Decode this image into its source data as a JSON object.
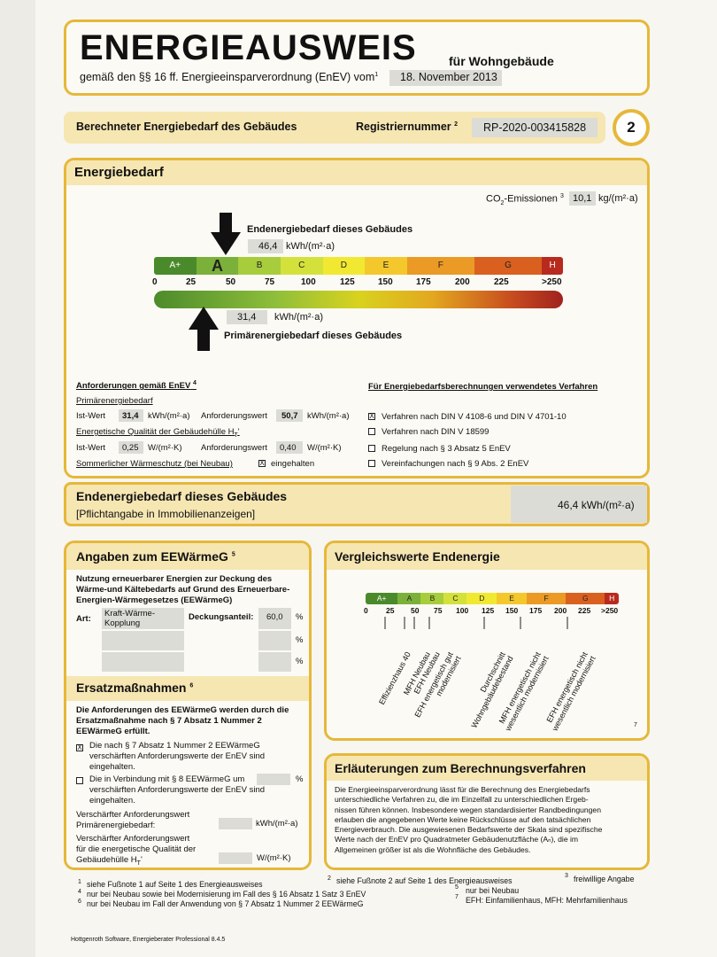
{
  "header": {
    "title": "ENERGIEAUSWEIS",
    "subtitle_right": "für Wohngebäude",
    "law_line": "gemäß den §§ 16 ff. Energieeinsparverordnung (EnEV) vom",
    "law_sup": "1",
    "law_date": "18. November 2013"
  },
  "section_bar": {
    "label": "Berechneter Energiebedarf des Gebäudes",
    "reg_label": "Registriernummer",
    "reg_sup": "2",
    "reg_value": "RP-2020-003415828",
    "page_number": "2"
  },
  "energiebedarf": {
    "title": "Energiebedarf",
    "co2_label": "CO",
    "co2_sub": "2",
    "co2_label_rest": "-Emissionen",
    "co2_sup": "3",
    "co2_value": "10,1",
    "co2_unit": "kg/(m²·a)",
    "end_label": "Endenergiebedarf dieses Gebäudes",
    "end_value": "46,4",
    "end_unit": "kWh/(m²·a)",
    "prim_label": "Primärenergiebedarf dieses Gebäudes",
    "prim_value": "31,4",
    "prim_unit": "kWh/(m²·a)",
    "classes": [
      "A+",
      "A",
      "B",
      "C",
      "D",
      "E",
      "F",
      "G",
      "H"
    ],
    "ticks": [
      "0",
      "25",
      "50",
      "75",
      "100",
      "125",
      "150",
      "175",
      "200",
      "225",
      ">250"
    ]
  },
  "anforderungen": {
    "title": "Anforderungen gemäß EnEV",
    "title_sup": "4",
    "prim_heading": "Primärenergiebedarf",
    "ist_label": "Ist-Wert",
    "ist_value": "31,4",
    "unit_kwh": "kWh/(m²·a)",
    "anf_label": "Anforderungswert",
    "anf_value": "50,7",
    "ht_heading": "Energetische Qualität der Gebäudehülle H",
    "ht_sub": "T",
    "ht_tail": "'",
    "ist2_value": "0,25",
    "unit_wmk": "W/(m²·K)",
    "anf2_value": "0,40",
    "sommer_label": "Sommerlicher Wärmeschutz (bei Neubau)",
    "sommer_check": "eingehalten"
  },
  "verfahren": {
    "title": "Für Energiebedarfsberechnungen verwendetes Verfahren",
    "items": [
      {
        "label": "Verfahren nach DIN V 4108-6 und DIN V 4701-10",
        "checked": "X"
      },
      {
        "label": "Verfahren nach DIN V 18599",
        "checked": ""
      },
      {
        "label": "Regelung nach § 3 Absatz 5 EnEV",
        "checked": ""
      },
      {
        "label": "Vereinfachungen nach § 9 Abs. 2 EnEV",
        "checked": ""
      }
    ]
  },
  "endbar": {
    "title": "Endenergiebedarf dieses Gebäudes",
    "note": "[Pflichtangabe in Immobilienanzeigen]",
    "value": "46,4 kWh/(m²·a)"
  },
  "eewaerme": {
    "title": "Angaben zum EEWärmeG",
    "title_sup": "5",
    "intro": [
      "Nutzung erneuerbarer Energien zur Deckung des",
      "Wärme-und Kältebedarfs auf Grund des Erneuerbare-",
      "Energien-Wärmegesetzes (EEWärmeG)"
    ],
    "art_label": "Art:",
    "art_value": [
      "Kraft-Wärme-",
      "Kopplung"
    ],
    "deck_label": "Deckungsanteil:",
    "deck_value": "60,0",
    "pct": "%"
  },
  "ersatz": {
    "title": "Ersatzmaßnahmen",
    "title_sup": "6",
    "intro": [
      "Die Anforderungen des EEWärmeG werden durch die",
      "Ersatzmaßnahme nach § 7 Absatz 1 Nummer 2",
      "EEWärmeG erfüllt."
    ],
    "opt1": [
      "Die nach § 7 Absatz 1 Nummer 2 EEWärmeG",
      "verschärften Anforderungswerte der EnEV sind",
      "eingehalten."
    ],
    "opt2": [
      "Die in Verbindung mit § 8 EEWärmeG um",
      "verschärften Anforderungswerte der EnEV sind",
      "eingehalten."
    ],
    "verschaerft1": [
      "Verschärfter Anforderungswert",
      "Primärenergiebedarf:"
    ],
    "verschaerft2": [
      "Verschärfter Anforderungswert",
      "für die energetische Qualität der",
      "Gebäudehülle H"
    ],
    "unit_kwh": "kWh/(m²·a)",
    "unit_wmk": "W/(m²·K)",
    "pct": "%",
    "check_x": "X"
  },
  "vergleich": {
    "title": "Vergleichswerte Endenergie",
    "classes": [
      "A+",
      "A",
      "B",
      "C",
      "D",
      "E",
      "F",
      "G",
      "H"
    ],
    "ticks": [
      "0",
      "25",
      "50",
      "75",
      "100",
      "125",
      "150",
      "175",
      "200",
      "225",
      ">250"
    ],
    "refs": [
      "Effizienzhaus 40",
      "MFH Neubau",
      "EFH Neubau",
      "EFH energetisch gut modernisiert",
      "Durchschnitt Wohngebäudebestand",
      "MFH energetisch nicht wesentlich modernisiert",
      "EFH energetisch nicht wesentlich modernisiert"
    ],
    "footnote": "7"
  },
  "erlaeuterung": {
    "title": "Erläuterungen zum Berechnungsverfahren",
    "lines": [
      "Die Energieeinsparverordnung lässt für die Berechnung des Energiebedarfs",
      "unterschiedliche Verfahren zu, die im Einzelfall zu unterschiedlichen Ergeb-",
      "nissen führen können. Insbesondere wegen standardisierter Randbedingungen",
      "erlauben die angegebenen Werte keine Rückschlüsse auf den tatsächlichen",
      "Energieverbrauch. Die ausgewiesenen Bedarfswerte der Skala sind spezifische",
      "Werte nach der EnEV pro Quadratmeter Gebäudenutzfläche (Aₙ), die im",
      "Allgemeinen größer ist als die Wohnfläche des Gebäudes."
    ]
  },
  "footnotes": {
    "f1": "siehe Fußnote 1 auf Seite 1 des Energieausweises",
    "f2": "siehe Fußnote 2 auf Seite 1 des Energieausweises",
    "f3": "freiwillige Angabe",
    "f4": "nur bei Neubau sowie bei Modernisierung im Fall des § 16 Absatz 1 Satz 3 EnEV",
    "f5": "nur bei Neubau",
    "f6": "nur bei Neubau im Fall der Anwendung von § 7 Absatz 1 Nummer 2 EEWärmeG",
    "f7": "EFH: Einfamilienhaus, MFH: Mehrfamilienhaus",
    "n1": "1",
    "n2": "2",
    "n3": "3",
    "n4": "4",
    "n5": "5",
    "n6": "6",
    "n7": "7"
  },
  "software": "Hottgenroth Software, Energieberater Professional 8.4.5"
}
